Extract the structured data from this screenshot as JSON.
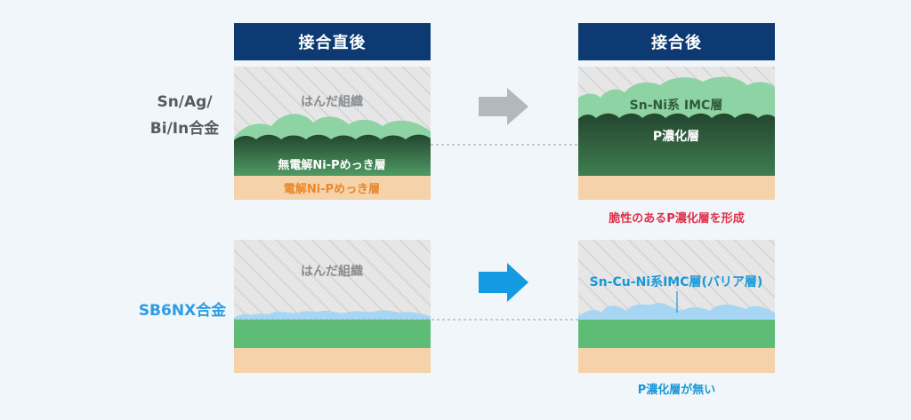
{
  "headers": {
    "before": "接合直後",
    "after": "接合後"
  },
  "rows": [
    {
      "alloy_label_lines": [
        "Sn/Ag/",
        "Bi/In合金"
      ],
      "before": {
        "solder_label": "はんだ組織",
        "nip_label": "無電解Ni-Pめっき層",
        "substrate_label": "電解Ni-Pめっき層"
      },
      "after": {
        "imc_label": "Sn-Ni系 IMC層",
        "p_label": "P濃化層"
      },
      "note": "脆性のあるP濃化層を形成"
    },
    {
      "alloy_label_lines": [
        "SB6NX合金"
      ],
      "before": {
        "solder_label": "はんだ組織"
      },
      "after": {
        "imc_label": "Sn-Cu-Ni系IMC層(バリア層)"
      },
      "note": "P濃化層が無い"
    }
  ],
  "colors": {
    "header_bg": "#0d3a72",
    "solder_bg": "#e6e6e6",
    "imc_green": "#8ed3a3",
    "dark_layer": "#2f5a3c",
    "ni_green": "#5fbc77",
    "substrate": "#f5d2a9",
    "label_gray": "#555b63",
    "label_blue": "#2d9ce3",
    "note_red": "#e0304a",
    "note_blue": "#1898d8",
    "arrow_gray": "#b2b8bd",
    "arrow_blue": "#149ae0",
    "substrate_text": "#e8882d"
  },
  "icons": {
    "row1_arrow": "right-arrow-gray",
    "row2_arrow": "right-arrow-blue"
  }
}
